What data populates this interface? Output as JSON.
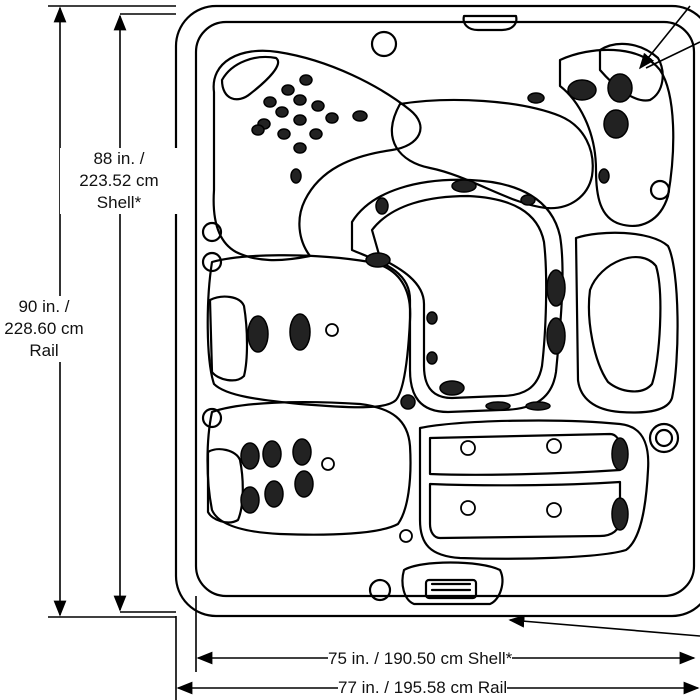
{
  "dimensions": {
    "shell_height": {
      "line1": "88 in. /",
      "line2": "223.52 cm",
      "line3": "Shell*"
    },
    "rail_height": {
      "line1": "90 in. /",
      "line2": "228.60 cm",
      "line3": "Rail"
    },
    "shell_width": {
      "text": "75 in. / 190.50 cm Shell*"
    },
    "rail_width": {
      "text": "77 in. / 195.58 cm Rail"
    }
  }
}
